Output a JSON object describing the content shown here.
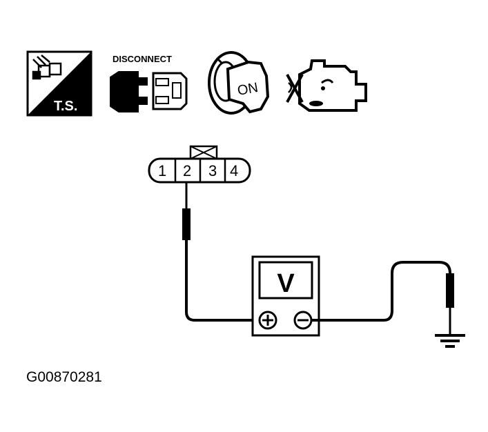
{
  "icons": {
    "ts_label": "T.S.",
    "disconnect_label": "DISCONNECT",
    "ignition_label": "ON"
  },
  "connector": {
    "pins": [
      "1",
      "2",
      "3",
      "4"
    ]
  },
  "meter": {
    "symbol": "V",
    "positive": "+",
    "negative": "−"
  },
  "figure_code": "G00870281",
  "colors": {
    "ink": "#000000",
    "paper": "#ffffff"
  }
}
